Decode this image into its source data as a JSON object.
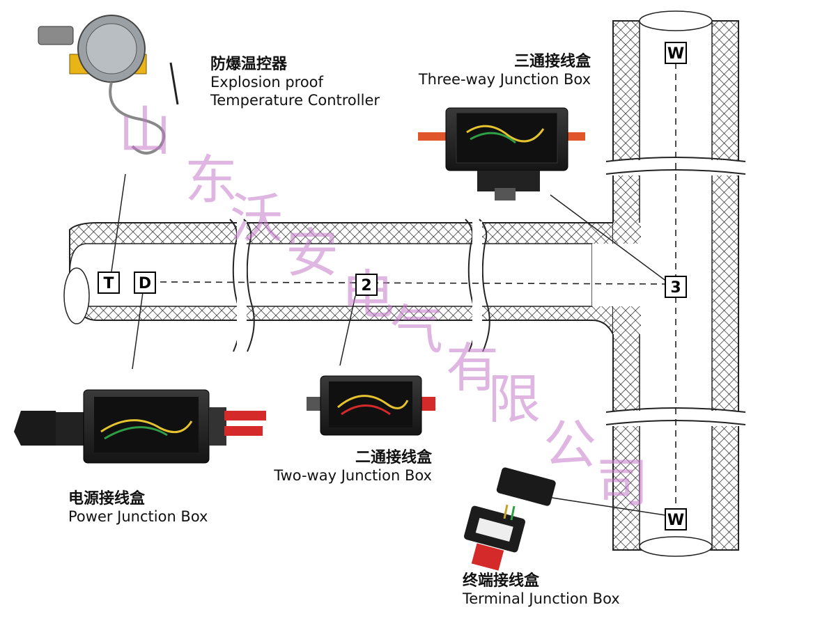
{
  "labels": {
    "temp_controller": {
      "cn": "防爆温控器",
      "en1": "Explosion proof",
      "en2": "Temperature Controller"
    },
    "three_way": {
      "cn": "三通接线盒",
      "en": "Three-way Junction Box"
    },
    "power": {
      "cn": "电源接线盒",
      "en": "Power Junction Box"
    },
    "two_way": {
      "cn": "二通接线盒",
      "en": "Two-way Junction Box"
    },
    "terminal": {
      "cn": "终端接线盒",
      "en": "Terminal Junction Box"
    }
  },
  "tags": {
    "t": "T",
    "d": "D",
    "two": "2",
    "three": "3",
    "w_top": "W",
    "w_bottom": "W"
  },
  "watermark": [
    "山",
    "东",
    "沃",
    "安",
    "电",
    "气",
    "有",
    "限",
    "公",
    "司"
  ],
  "colors": {
    "watermark": "#c478c8",
    "box": "#2b2b2b",
    "orange": "#e0562a"
  }
}
